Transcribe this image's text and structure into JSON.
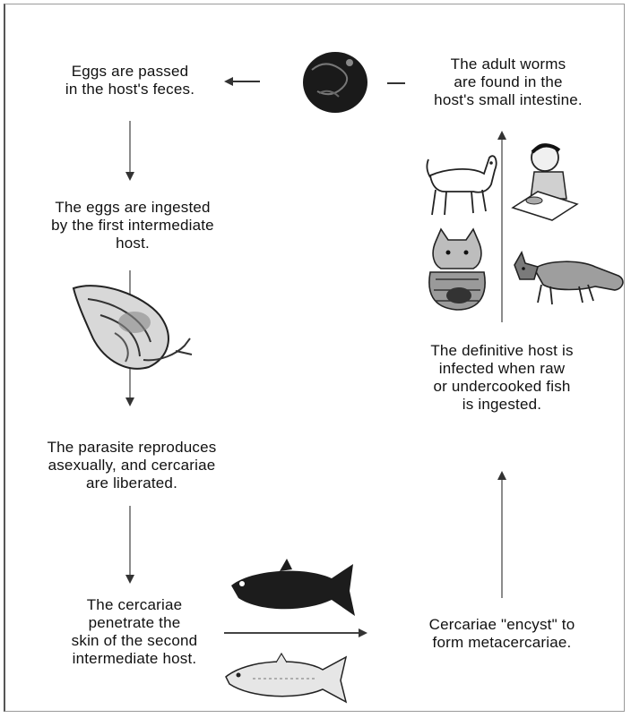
{
  "steps": {
    "eggs_passed": "Eggs are passed\nin the host's feces.",
    "eggs_ingested": "The eggs are ingested\nby the first intermediate\nhost.",
    "parasite_reproduces": "The parasite reproduces\nasexually, and cercariae\nare liberated.",
    "cercariae_penetrate": "The cercariae\npenetrate the\nskin of the second\nintermediate host.",
    "cercariae_encyst": "Cercariae \"encyst\" to\nform metacercariae.",
    "definitive_host": "The definitive host is\ninfected when raw\nor undercooked fish\nis ingested.",
    "adult_worms": "The adult worms\nare found in the\nhost's small intestine."
  },
  "illustrations": {
    "worm": "adult-worm-icon",
    "snail": "snail-icon",
    "fish_dark": "dark-fish-icon",
    "fish_light": "light-fish-icon",
    "dog": "dog-icon",
    "person": "person-eating-icon",
    "cat": "cat-icon",
    "fox": "fox-icon"
  },
  "colors": {
    "line": "#555555",
    "ink": "#111111",
    "frame": "#9a9a9a"
  }
}
